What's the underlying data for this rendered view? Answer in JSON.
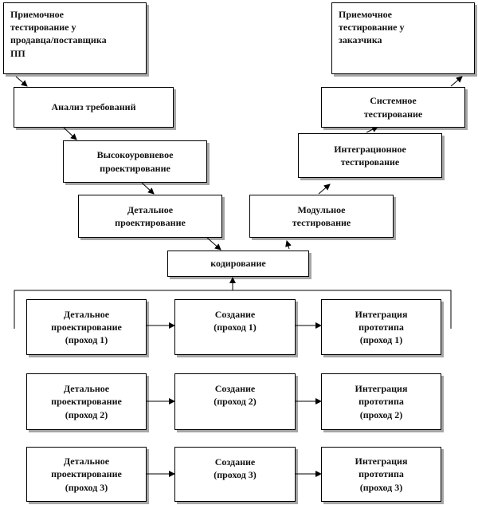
{
  "diagram": {
    "acceptance_vendor": "Приемочное\nтестирование у\nпродавца/поставщика\nПП",
    "acceptance_customer": "Приемочное\nтестирование у\nзаказчика",
    "requirements_analysis": "Анализ требований",
    "system_testing": "Системное\nтестирование",
    "high_level_design": "Высокоуровневое\nпроектирование",
    "integration_testing": "Интеграционное\nтестирование",
    "detailed_design": "Детальное\nпроектирование",
    "module_testing": "Модульное\nтестирование",
    "coding": "кодирование",
    "iterations": [
      {
        "design": "Детальное\nпроектирование\n(проход 1)",
        "build": "Создание\n(проход 1)",
        "integration": "Интеграция\nпрототипа\n(проход 1)"
      },
      {
        "design": "Детальное\nпроектирование\n(проход 2)",
        "build": "Создание\n(проход 2)",
        "integration": "Интеграция\nпрототипа\n(проход 2)"
      },
      {
        "design": "Детальное\nпроектирование\n(проход 3)",
        "build": "Создание\n(проход 3)",
        "integration": "Интеграция\nпрототипа\n(проход 3)"
      }
    ]
  }
}
